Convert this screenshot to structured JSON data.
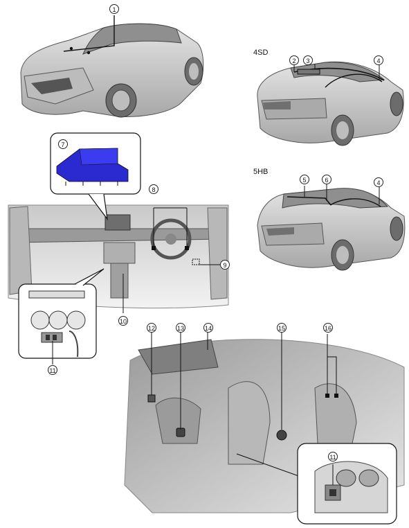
{
  "variants": {
    "sedan": "4SD",
    "hatchback": "5HB"
  },
  "callouts": {
    "c1": "1",
    "c2": "2",
    "c3": "3",
    "c4a": "4",
    "c4b": "4",
    "c5": "5",
    "c6": "6",
    "c7": "7",
    "c8": "8",
    "c9": "9",
    "c10": "10",
    "c11a": "11",
    "c11b": "11",
    "c12": "12",
    "c13": "13",
    "c14": "14",
    "c15": "15",
    "c16": "16"
  },
  "colors": {
    "body_fill": "#cfcfcf",
    "body_dark": "#8a8a8a",
    "glass": "#9c9c9c",
    "highlight_part": "#2a2ad0",
    "line": "#111111"
  }
}
